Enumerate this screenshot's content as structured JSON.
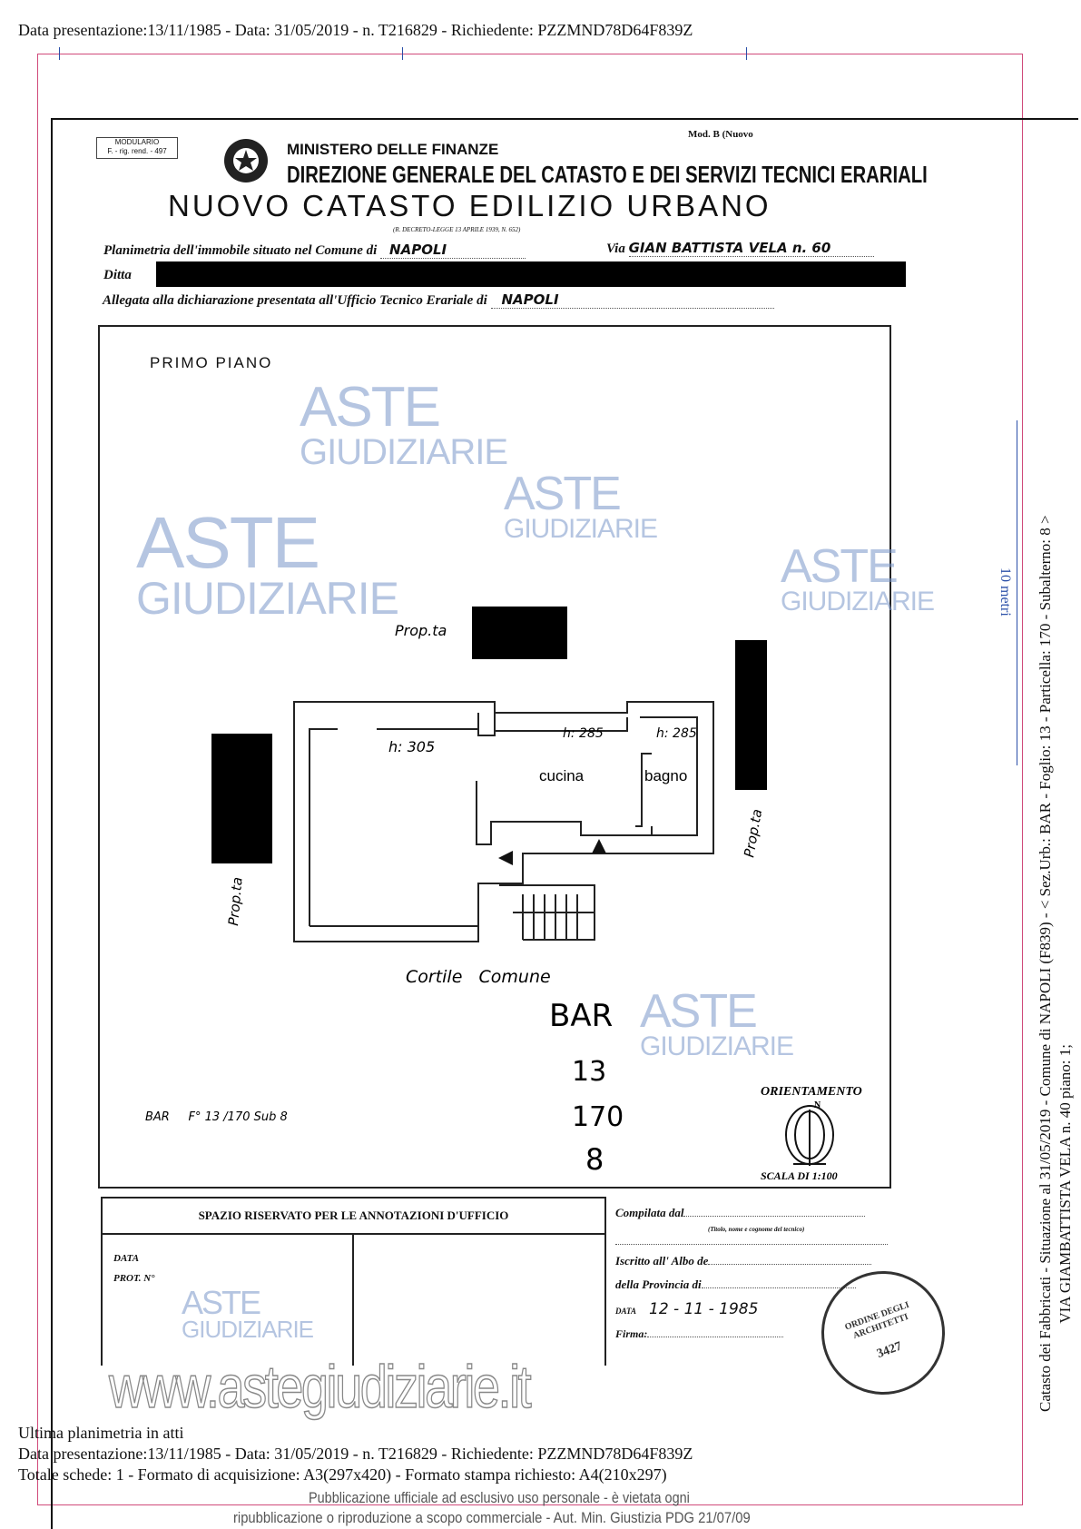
{
  "header": {
    "line": "Data presentazione:13/11/1985 - Data: 31/05/2019 - n. T216829 - Richiedente: PZZMND78D64F839Z"
  },
  "form": {
    "modulario": "MODULARIO",
    "modulario_ref": "F. - rig. rend. - 497",
    "mod_b": "Mod. B (Nuovo",
    "ministry": "MINISTERO DELLE FINANZE",
    "direction": "DIREZIONE GENERALE DEL CATASTO E DEI SERVIZI TECNICI ERARIALI",
    "title": "NUOVO CATASTO EDILIZIO URBANO",
    "decree": "(R. DECRETO-LEGGE 13 APRILE 1939, N. 652)",
    "planimetria_label": "Planimetria dell'immobile situato nel Comune di",
    "comune_value": "NAPOLI",
    "via_label": "Via",
    "via_value": "GIAN BATTISTA VELA n. 60",
    "ditta_label": "Ditta",
    "allegata_label": "Allegata alla dichiarazione presentata all'Ufficio Tecnico Erariale di",
    "ufficio_value": "NAPOLI"
  },
  "plan": {
    "floor": "PRIMO PIANO",
    "prop_top": "Prop.ta",
    "prop_left": "Prop.ta",
    "prop_right": "Prop.ta",
    "h1": "h: 305",
    "h2": "h: 285",
    "h3": "h: 285",
    "cucina": "cucina",
    "bagno": "bagno",
    "cortile": "Cortile   Comune",
    "bar": "BAR",
    "n13": "13",
    "n170": "170",
    "n8": "8",
    "ref": "BAR     F° 13 /170 Sub 8",
    "orientamento": "ORIENTAMENTO",
    "north": "N",
    "scala": "SCALA DI 1:100"
  },
  "annotations": {
    "title": "SPAZIO RISERVATO PER LE ANNOTAZIONI D'UFFICIO",
    "data_label": "DATA",
    "prot_label": "PROT. N°",
    "compilata_label": "Compilata dal",
    "compilata_hint": "(Titolo, nome e cognome del tecnico)",
    "iscritto_label": "Iscritto all' Albo de",
    "provincia_label": "della Provincia di",
    "data2_label": "DATA",
    "data2_value": "12 - 11 - 1985",
    "firma_label": "Firma:",
    "stamp_text": "ORDINE DEGLI ARCHITETTI",
    "stamp_number": "3427"
  },
  "side": {
    "line1": "Catasto dei Fabbricati - Situazione al 31/05/2019 - Comune di NAPOLI (F839) - < Sez.Urb.: BAR - Foglio: 13 - Particella: 170 - Subalterno: 8 >",
    "line2": "VIA GIAMBATTISTA VELA n. 40 piano: 1;",
    "scale": "10 metri"
  },
  "footer": {
    "ultima": "Ultima planimetria in atti",
    "line1": "Data presentazione:13/11/1985 - Data: 31/05/2019 - n. T216829 - Richiedente: PZZMND78D64F839Z",
    "line2": "Totale schede: 1 - Formato di acquisizione: A3(297x420) - Formato stampa richiesto: A4(210x297)",
    "notice1": "Pubblicazione ufficiale ad esclusivo uso personale - è vietata ogni",
    "notice2": "ripubblicazione o riproduzione a scopo commerciale - Aut. Min. Giustizia PDG 21/07/09"
  },
  "watermark": {
    "brand_a": "ASTE",
    "brand_b": "GIUDIZIARIE",
    "url": "www.astegiudiziarie.it"
  }
}
